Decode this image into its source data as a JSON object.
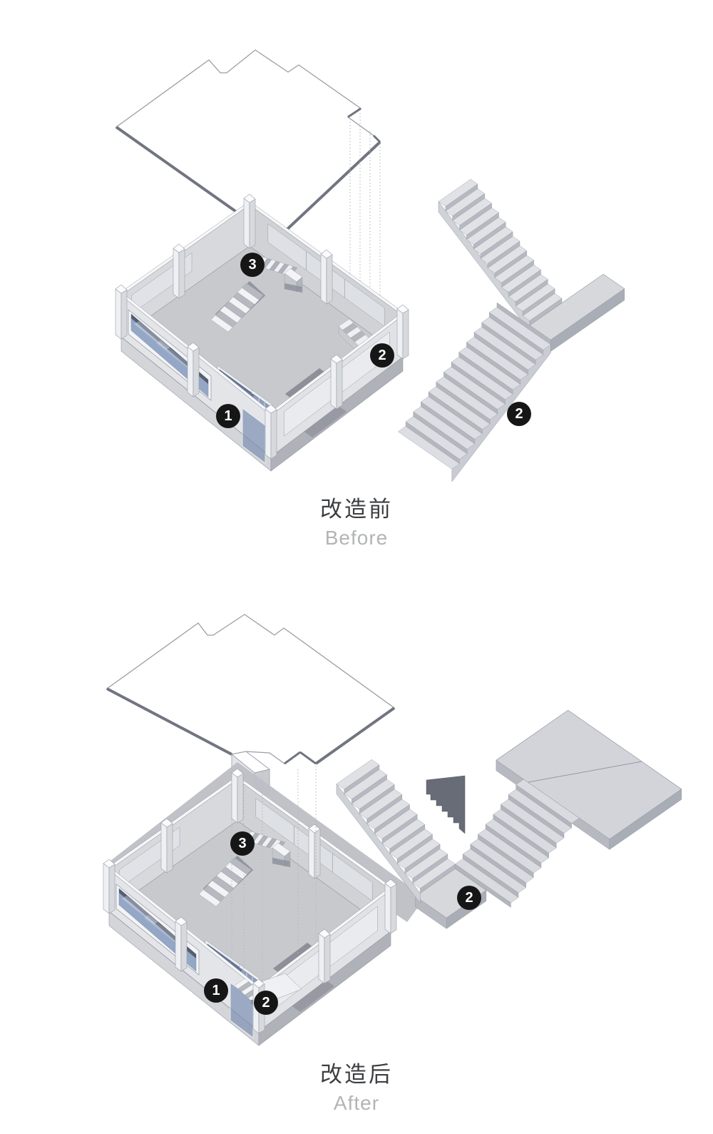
{
  "diagrams": {
    "before": {
      "title_zh": "改造前",
      "title_en": "Before",
      "markers": {
        "m1": "1",
        "m2_wall_stair": "2",
        "m3": "3",
        "m2_staircase": "2"
      }
    },
    "after": {
      "title_zh": "改造后",
      "title_en": "After",
      "markers": {
        "m1": "1",
        "m2_new_stair": "2",
        "m3": "3",
        "m2_staircase": "2"
      }
    }
  },
  "palette": {
    "marker_bg": "#161616",
    "marker_text": "#ffffff",
    "glass_dark": "#5a6b92",
    "glass_mid": "#8094b8",
    "glass_light": "#94a7c6",
    "wall_light": "#e4e5e9",
    "wall_mid": "#d2d4d8",
    "floor": "#c8c9cd",
    "tread_light": "#e0e2e6",
    "riser_mid": "#b6b9c0",
    "shadow_dark": "#8c909b",
    "soffit_dark": "#686c77",
    "outline": "#959aa2",
    "edge_dark": "#71757f",
    "dash": "#b4b8bf",
    "title_zh_color": "#3c3e41",
    "title_en_color": "#b2b4b6"
  }
}
